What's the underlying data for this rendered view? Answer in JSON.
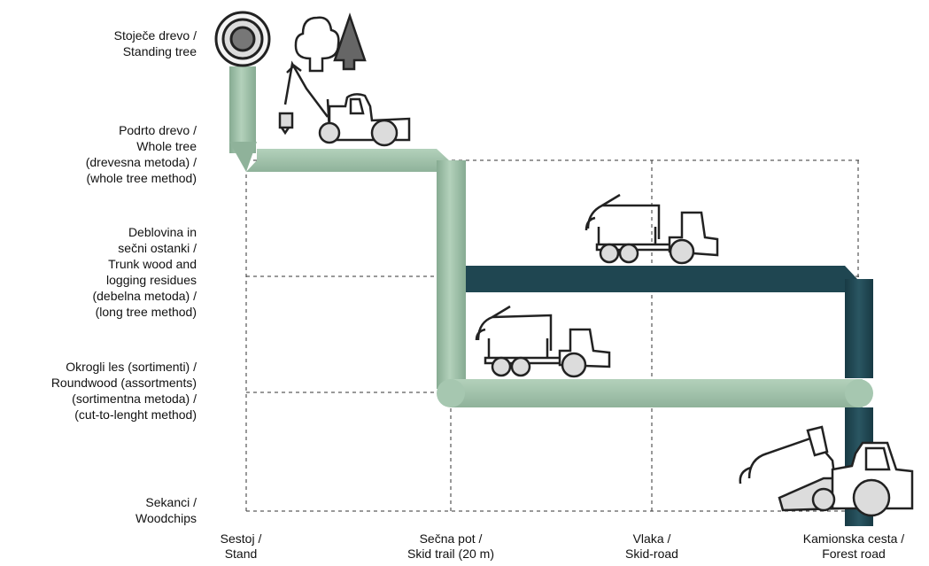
{
  "rows": {
    "standing": [
      "Stoječe drevo /",
      "Standing tree"
    ],
    "whole": [
      "Podrto drevo /",
      "Whole tree",
      "(drevesna metoda) /",
      "(whole tree method)"
    ],
    "trunk": [
      "Deblovina in",
      "sečni ostanki /",
      "Trunk wood and",
      "logging residues",
      "(debelna metoda) /",
      "(long tree method)"
    ],
    "round": [
      "Okrogli les (sortimenti) /",
      "Roundwood (assortments)",
      "(sortimentna metoda) /",
      "(cut-to-lenght method)"
    ],
    "chips": [
      "Sekanci /",
      "Woodchips"
    ]
  },
  "columns": {
    "stand": [
      "Sestoj /",
      "Stand"
    ],
    "skidtrail": [
      "Sečna pot /",
      "Skid trail (20 m)"
    ],
    "skidroad": [
      "Vlaka /",
      "Skid-road"
    ],
    "forestroad": [
      "Kamionska cesta /",
      "Forest road"
    ]
  },
  "colors": {
    "light_path": "#9dbfa6",
    "dark_path": "#1f4651",
    "grid": "#333333",
    "icon": "#222222",
    "icon_fill": "#dddddd"
  },
  "icons": [
    "tree-stump-icon",
    "trees-icon",
    "harvester-icon",
    "forwarder-icon",
    "chipper-icon"
  ]
}
